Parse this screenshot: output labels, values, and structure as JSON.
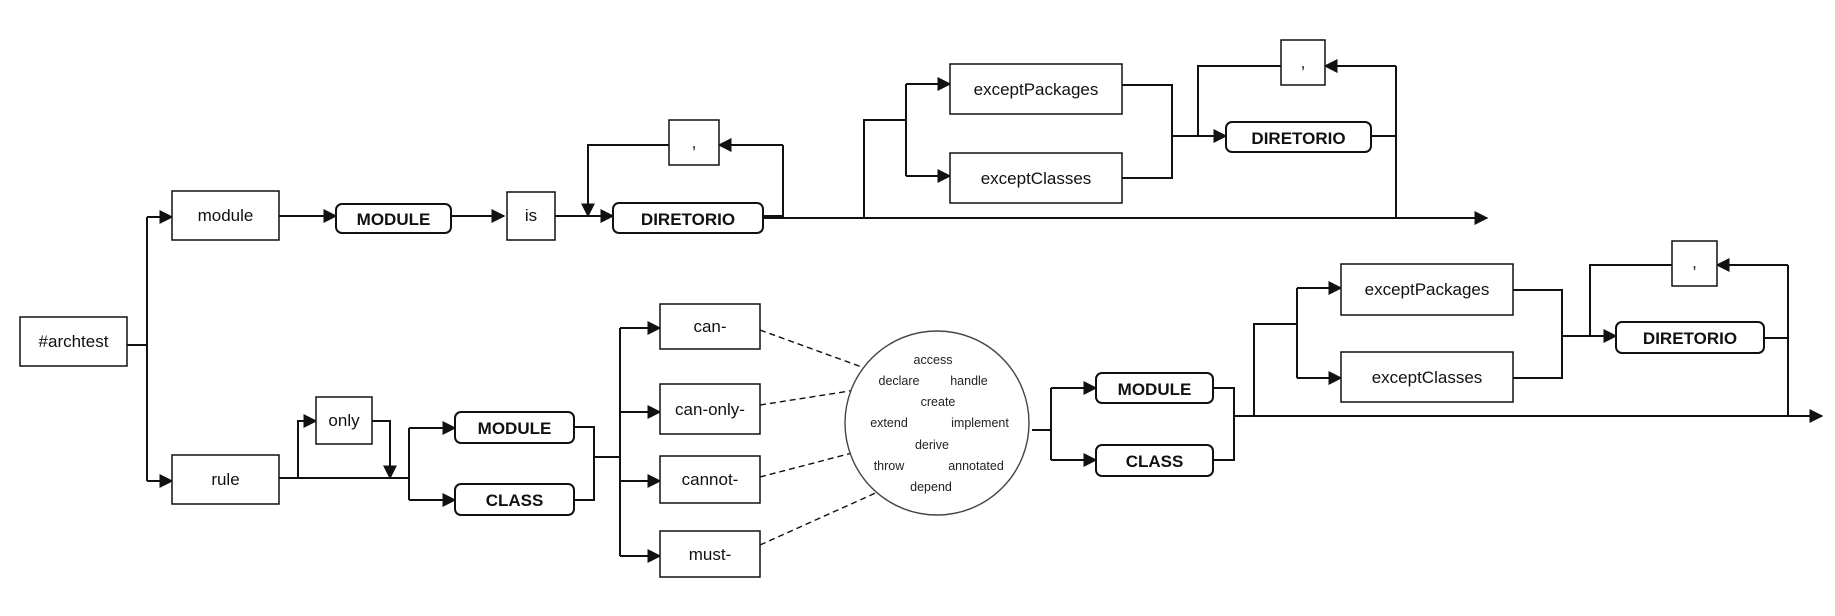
{
  "nodes": {
    "archtest": "#archtest",
    "module": "module",
    "module_kw_top": "MODULE",
    "is": "is",
    "diretorio_top": "DIRETORIO",
    "comma_top_left": ",",
    "except_packages_top": "exceptPackages",
    "except_classes_top": "exceptClasses",
    "comma_top_right": ",",
    "diretorio_top_right": "DIRETORIO",
    "rule": "rule",
    "only": "only",
    "module_kw_mid": "MODULE",
    "class_kw_mid": "CLASS",
    "can": "can-",
    "can_only": "can-only-",
    "cannot": "cannot-",
    "must": "must-",
    "module_kw_right": "MODULE",
    "class_kw_right": "CLASS",
    "except_packages_bottom": "exceptPackages",
    "except_classes_bottom": "exceptClasses",
    "comma_bottom": ",",
    "diretorio_bottom": "DIRETORIO"
  },
  "verbs": {
    "access": "access",
    "declare": "declare",
    "handle": "handle",
    "create": "create",
    "extend": "extend",
    "implement": "implement",
    "derive": "derive",
    "throw": "throw",
    "annotated": "annotated",
    "depend": "depend"
  }
}
